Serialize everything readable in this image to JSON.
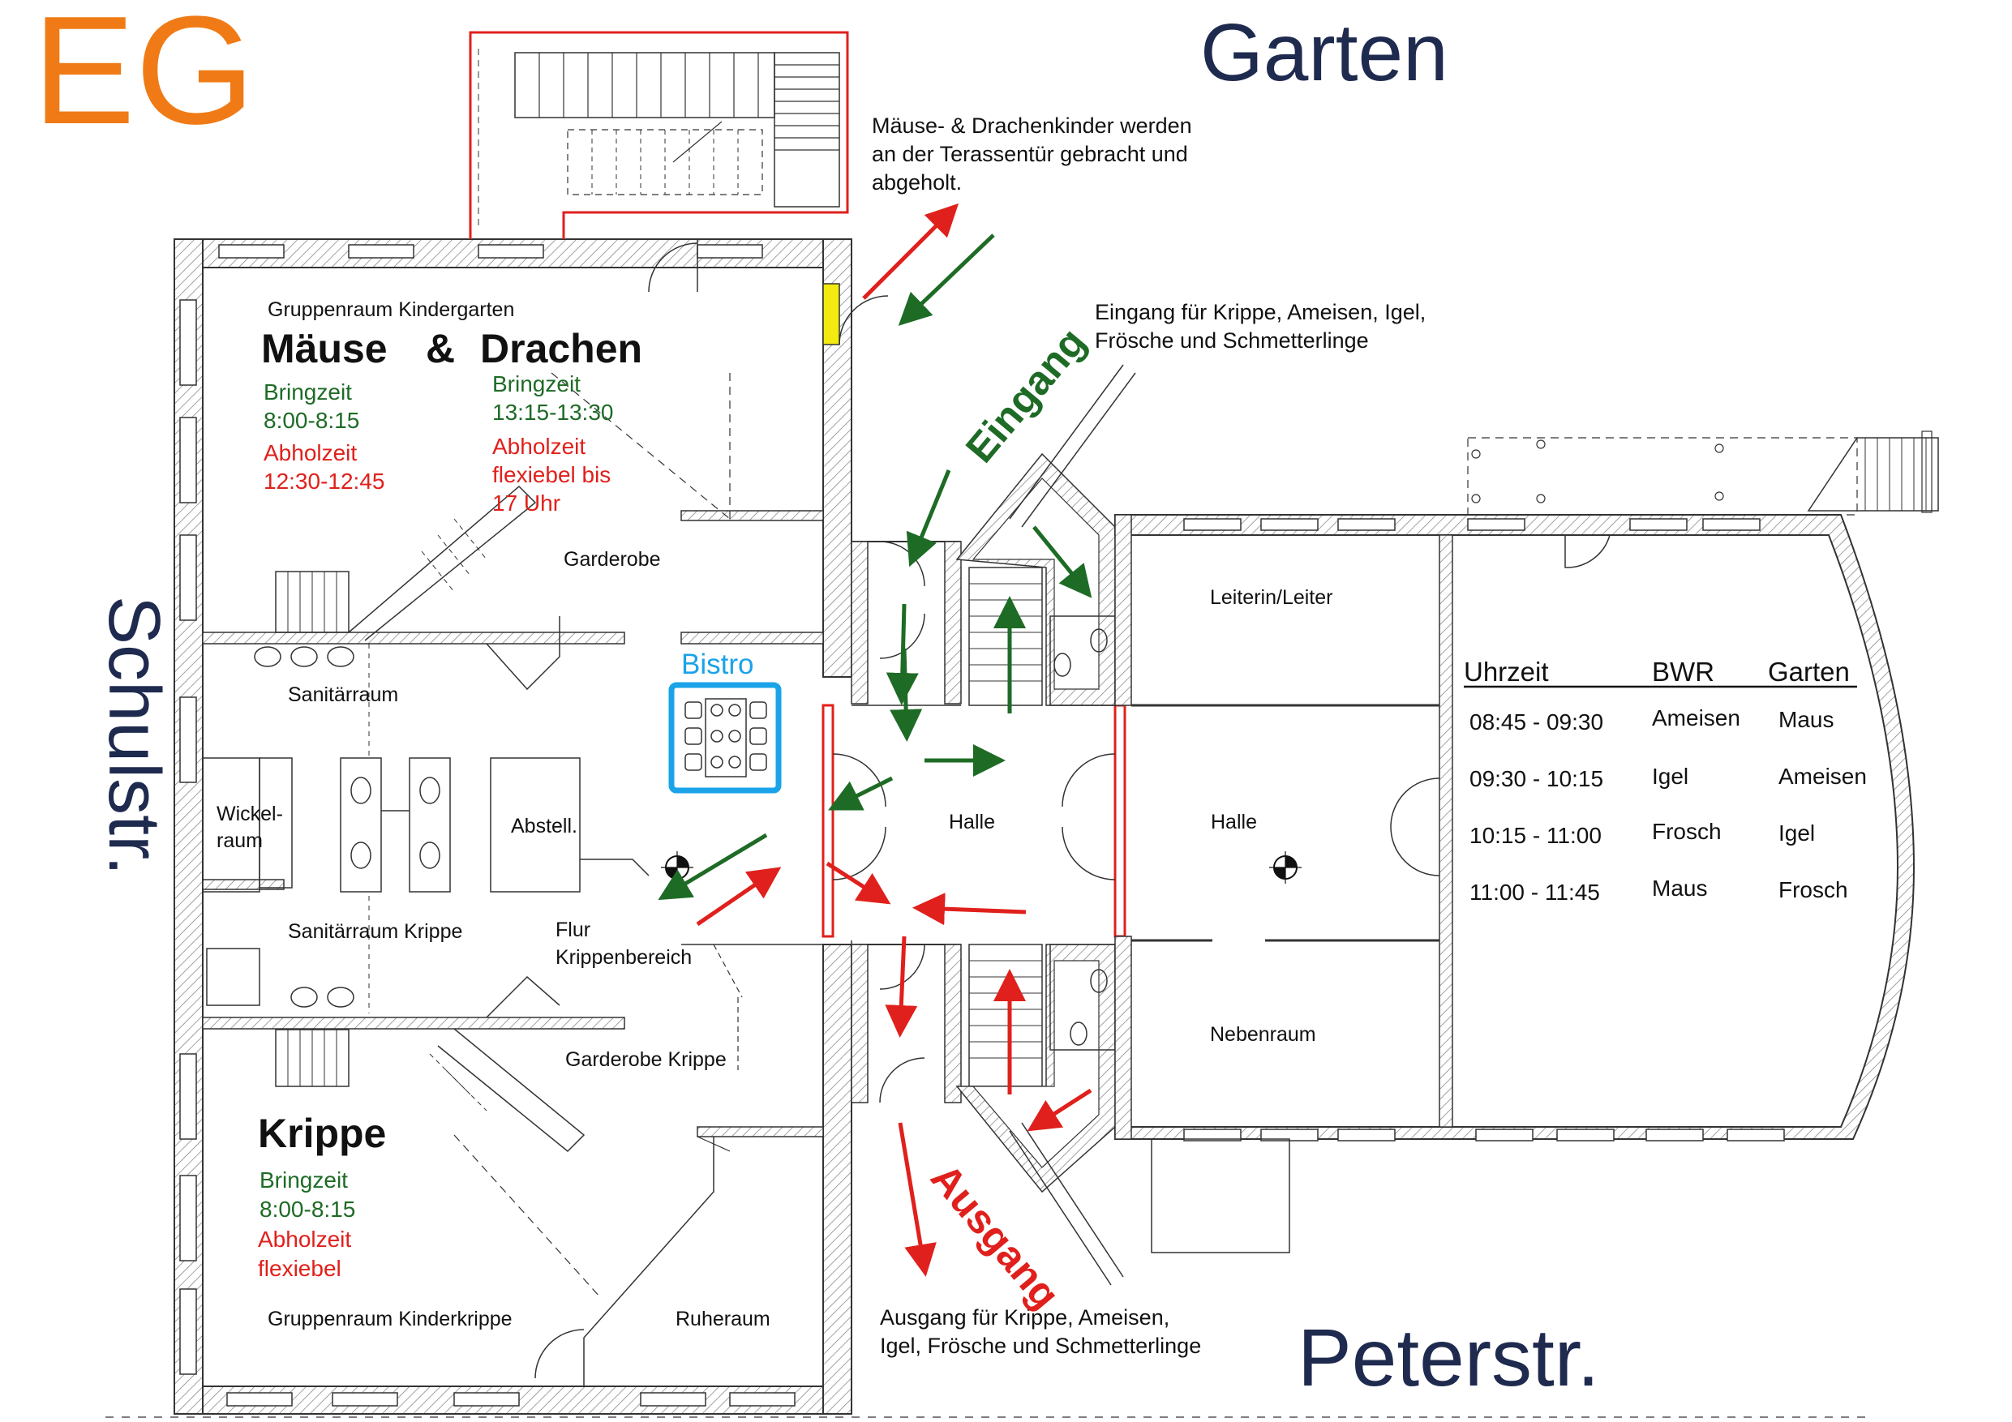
{
  "title": "EG",
  "streets": {
    "top": "Garten",
    "left": "Schulstr.",
    "bottom": "Peterstr."
  },
  "notes": {
    "terrace": [
      "Mäuse- & Drachenkinder werden",
      "an der Terassentür gebracht und",
      "abgeholt."
    ],
    "entrance": [
      "Eingang für Krippe, Ameisen, Igel,",
      "Frösche und Schmetterlinge"
    ],
    "exit": [
      "Ausgang für Krippe, Ameisen,",
      "Igel, Frösche und Schmetterlinge"
    ]
  },
  "markers": {
    "entrance": "Eingang",
    "exit": "Ausgang",
    "bistro": "Bistro"
  },
  "groups": {
    "mouse": {
      "subtitle": "Gruppenraum Kindergarten",
      "name_a": "Mäuse",
      "amp": "&",
      "name_b": "Drachen",
      "left": {
        "bring_label": "Bringzeit",
        "bring_time": "8:00-8:15",
        "pick_label": "Abholzeit",
        "pick_time": "12:30-12:45"
      },
      "right": {
        "bring_label": "Bringzeit",
        "bring_time": "13:15-13:30",
        "pick_label": "Abholzeit",
        "pick_time_1": "flexiebel bis",
        "pick_time_2": "17 Uhr"
      }
    },
    "krippe": {
      "name": "Krippe",
      "bring_label": "Bringzeit",
      "bring_time": "8:00-8:15",
      "pick_label": "Abholzeit",
      "pick_time": "flexiebel"
    }
  },
  "rooms": {
    "garderobe": "Garderobe",
    "sanitaer": "Sanitärraum",
    "wickel_1": "Wickel-",
    "wickel_2": "raum",
    "abstell": "Abstell.",
    "sanitaer_krippe": "Sanitärraum Krippe",
    "flur_1": "Flur",
    "flur_2": "Krippenbereich",
    "garderobe_krippe": "Garderobe Krippe",
    "gruppenraum_krippe": "Gruppenraum Kinderkrippe",
    "ruheraum": "Ruheraum",
    "halle_1": "Halle",
    "halle_2": "Halle",
    "leitung": "Leiterin/Leiter",
    "nebenraum": "Nebenraum"
  },
  "schedule": {
    "headers": [
      "Uhrzeit",
      "BWR",
      "Garten"
    ],
    "rows": [
      [
        "08:45 - 09:30",
        "Ameisen",
        "Maus"
      ],
      [
        "09:30 - 10:15",
        "Igel",
        "Ameisen"
      ],
      [
        "10:15 - 11:00",
        "Frosch",
        "Igel"
      ],
      [
        "11:00 - 11:45",
        "Maus",
        "Frosch"
      ]
    ]
  },
  "colors": {
    "title": "#f07b16",
    "navy": "#1f2a4f",
    "green": "#1e6b26",
    "red": "#e0201c",
    "bistro": "#1aa3e8",
    "door_yellow": "#f2ea10"
  }
}
